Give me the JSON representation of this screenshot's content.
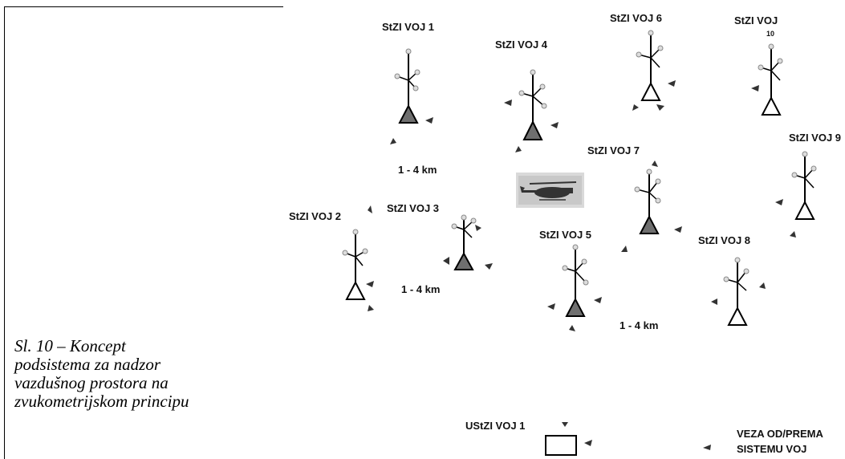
{
  "caption": "Sl. 10 – Koncept podsistema za nadzor vazdušnog prostora na zvukometrijskom principu",
  "stations": [
    {
      "id": "voj1",
      "label": "StZI VOJ 1",
      "shaded": true
    },
    {
      "id": "voj2",
      "label": "StZI VOJ 2",
      "shaded": false
    },
    {
      "id": "voj3",
      "label": "StZI VOJ 3",
      "shaded": true
    },
    {
      "id": "voj4",
      "label": "StZI VOJ 4",
      "shaded": true
    },
    {
      "id": "voj5",
      "label": "StZI VOJ 5",
      "shaded": true
    },
    {
      "id": "voj6",
      "label": "StZI VOJ 6",
      "shaded": false
    },
    {
      "id": "voj7",
      "label": "StZI VOJ 7",
      "shaded": true
    },
    {
      "id": "voj8",
      "label": "StZI VOJ 8",
      "shaded": false
    },
    {
      "id": "voj9",
      "label": "StZI VOJ 9",
      "shaded": false
    },
    {
      "id": "voj10",
      "label": "StZI VOJ",
      "label_line2": "10",
      "shaded": false
    }
  ],
  "distances": [
    "1 - 4  km",
    "1 - 4  km",
    "1 - 4  km"
  ],
  "center": {
    "label": "UStZI VOJ 1"
  },
  "link": {
    "line1": "VEZA OD/PREMA",
    "line2": "SISTEMU VOJ"
  },
  "target": {
    "icon": "helicopter-icon"
  },
  "colors": {
    "shade": "#6f6f6f",
    "line": "#000000",
    "sensor": "#b8b8b8",
    "arrow": "#333333"
  }
}
